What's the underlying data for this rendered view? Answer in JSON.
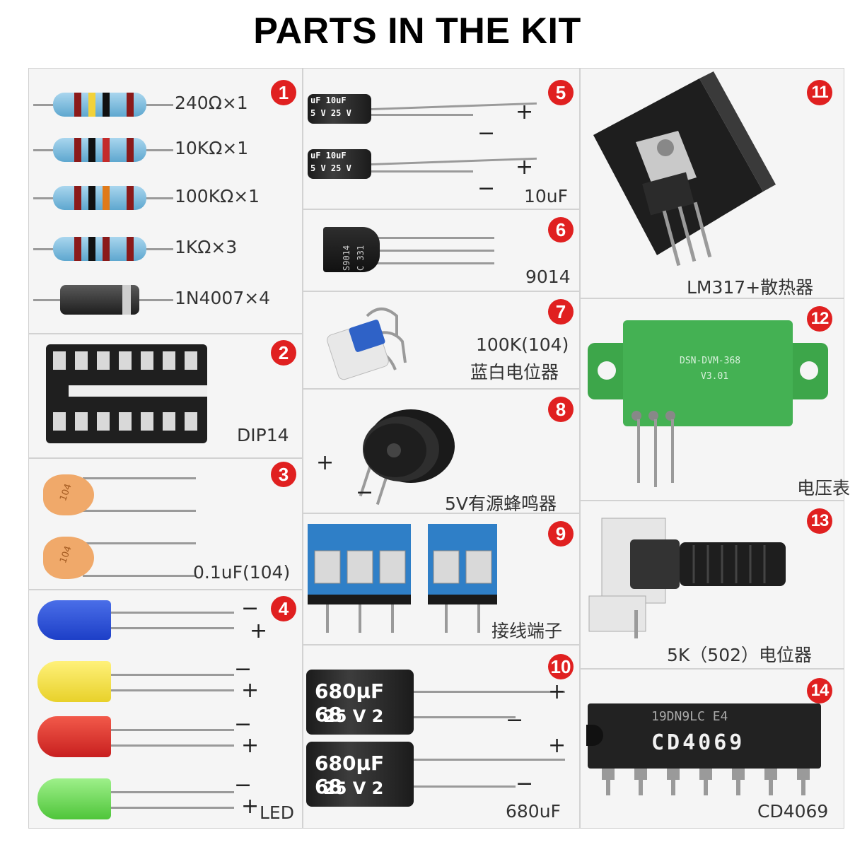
{
  "title": "PARTS IN THE KIT",
  "colors": {
    "badge": "#e02020",
    "resistor_body": "#7fbfe0",
    "pcb": "#3da64a",
    "terminal": "#2f7fc7"
  },
  "items": [
    {
      "number": "1",
      "labels": [
        "240Ω×1",
        "10KΩ×1",
        "100KΩ×1",
        "1KΩ×3",
        "1N4007×4"
      ]
    },
    {
      "number": "2",
      "labels": [
        "DIP14"
      ]
    },
    {
      "number": "3",
      "labels": [
        "0.1uF(104)"
      ],
      "marking": "104"
    },
    {
      "number": "4",
      "labels": [
        "LED"
      ],
      "signs": [
        "−",
        "+",
        "−",
        "+",
        "−",
        "+",
        "−",
        "+"
      ]
    },
    {
      "number": "5",
      "labels": [
        "10uF"
      ],
      "signs": [
        "+",
        "−",
        "+",
        "−"
      ],
      "marking": [
        "uF 10uF",
        "5 V 25 V"
      ]
    },
    {
      "number": "6",
      "labels": [
        "9014"
      ],
      "marking": [
        "S9014",
        "C 331"
      ]
    },
    {
      "number": "7",
      "labels": [
        "100K(104)",
        "蓝白电位器"
      ]
    },
    {
      "number": "8",
      "labels": [
        "5V有源蜂鸣器"
      ],
      "signs": [
        "+",
        "−"
      ]
    },
    {
      "number": "9",
      "labels": [
        "接线端子"
      ]
    },
    {
      "number": "10",
      "labels": [
        "680uF"
      ],
      "signs": [
        "+",
        "−",
        "+",
        "−"
      ],
      "marking": [
        "680μF 68",
        "25 V 2"
      ]
    },
    {
      "number": "11",
      "labels": [
        "LM317+散热器"
      ]
    },
    {
      "number": "12",
      "labels": [
        "电压表"
      ],
      "marking": [
        "DSN-DVM-368",
        "V3.01"
      ]
    },
    {
      "number": "13",
      "labels": [
        "5K（502）电位器"
      ]
    },
    {
      "number": "14",
      "labels": [
        "CD4069"
      ],
      "marking": [
        "19DN9LC E4",
        "CD4069"
      ]
    }
  ]
}
